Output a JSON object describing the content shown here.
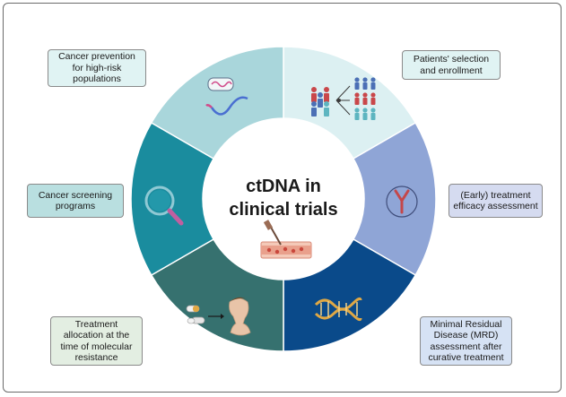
{
  "center": {
    "line1": "ctDNA in",
    "line2": "clinical trials"
  },
  "boxes": {
    "prevention": {
      "text": "Cancer prevention\nfor high-risk\npopulations",
      "bg": "#e0f3f3"
    },
    "selection": {
      "text": "Patients' selection\nand enrollment",
      "bg": "#e0f3f3"
    },
    "screening": {
      "text": "Cancer screening\nprograms",
      "bg": "#b9dfe0"
    },
    "efficacy": {
      "text": "(Early) treatment\nefficacy assessment",
      "bg": "#d5dbf0"
    },
    "allocation": {
      "text": "Treatment\nallocation at the\ntime of molecular\nresistance",
      "bg": "#e3eee2"
    },
    "mrd": {
      "text": "Minimal Residual\nDisease (MRD)\nassessment after\ncurative treatment",
      "bg": "#d6e2f4"
    }
  },
  "colors": {
    "top_left": "#a9d6db",
    "top_right": "#dcf0f2",
    "left": "#1a8c9e",
    "right": "#8fa5d6",
    "bottom_left": "#36716f",
    "bottom_right": "#0a4a8a"
  },
  "icons": [
    "dna-strand-icon",
    "patient-selection-icon",
    "magnifier-icon",
    "antibody-icon",
    "pill-to-patient-icon",
    "dna-helix-icon",
    "blood-vessel-icon"
  ]
}
